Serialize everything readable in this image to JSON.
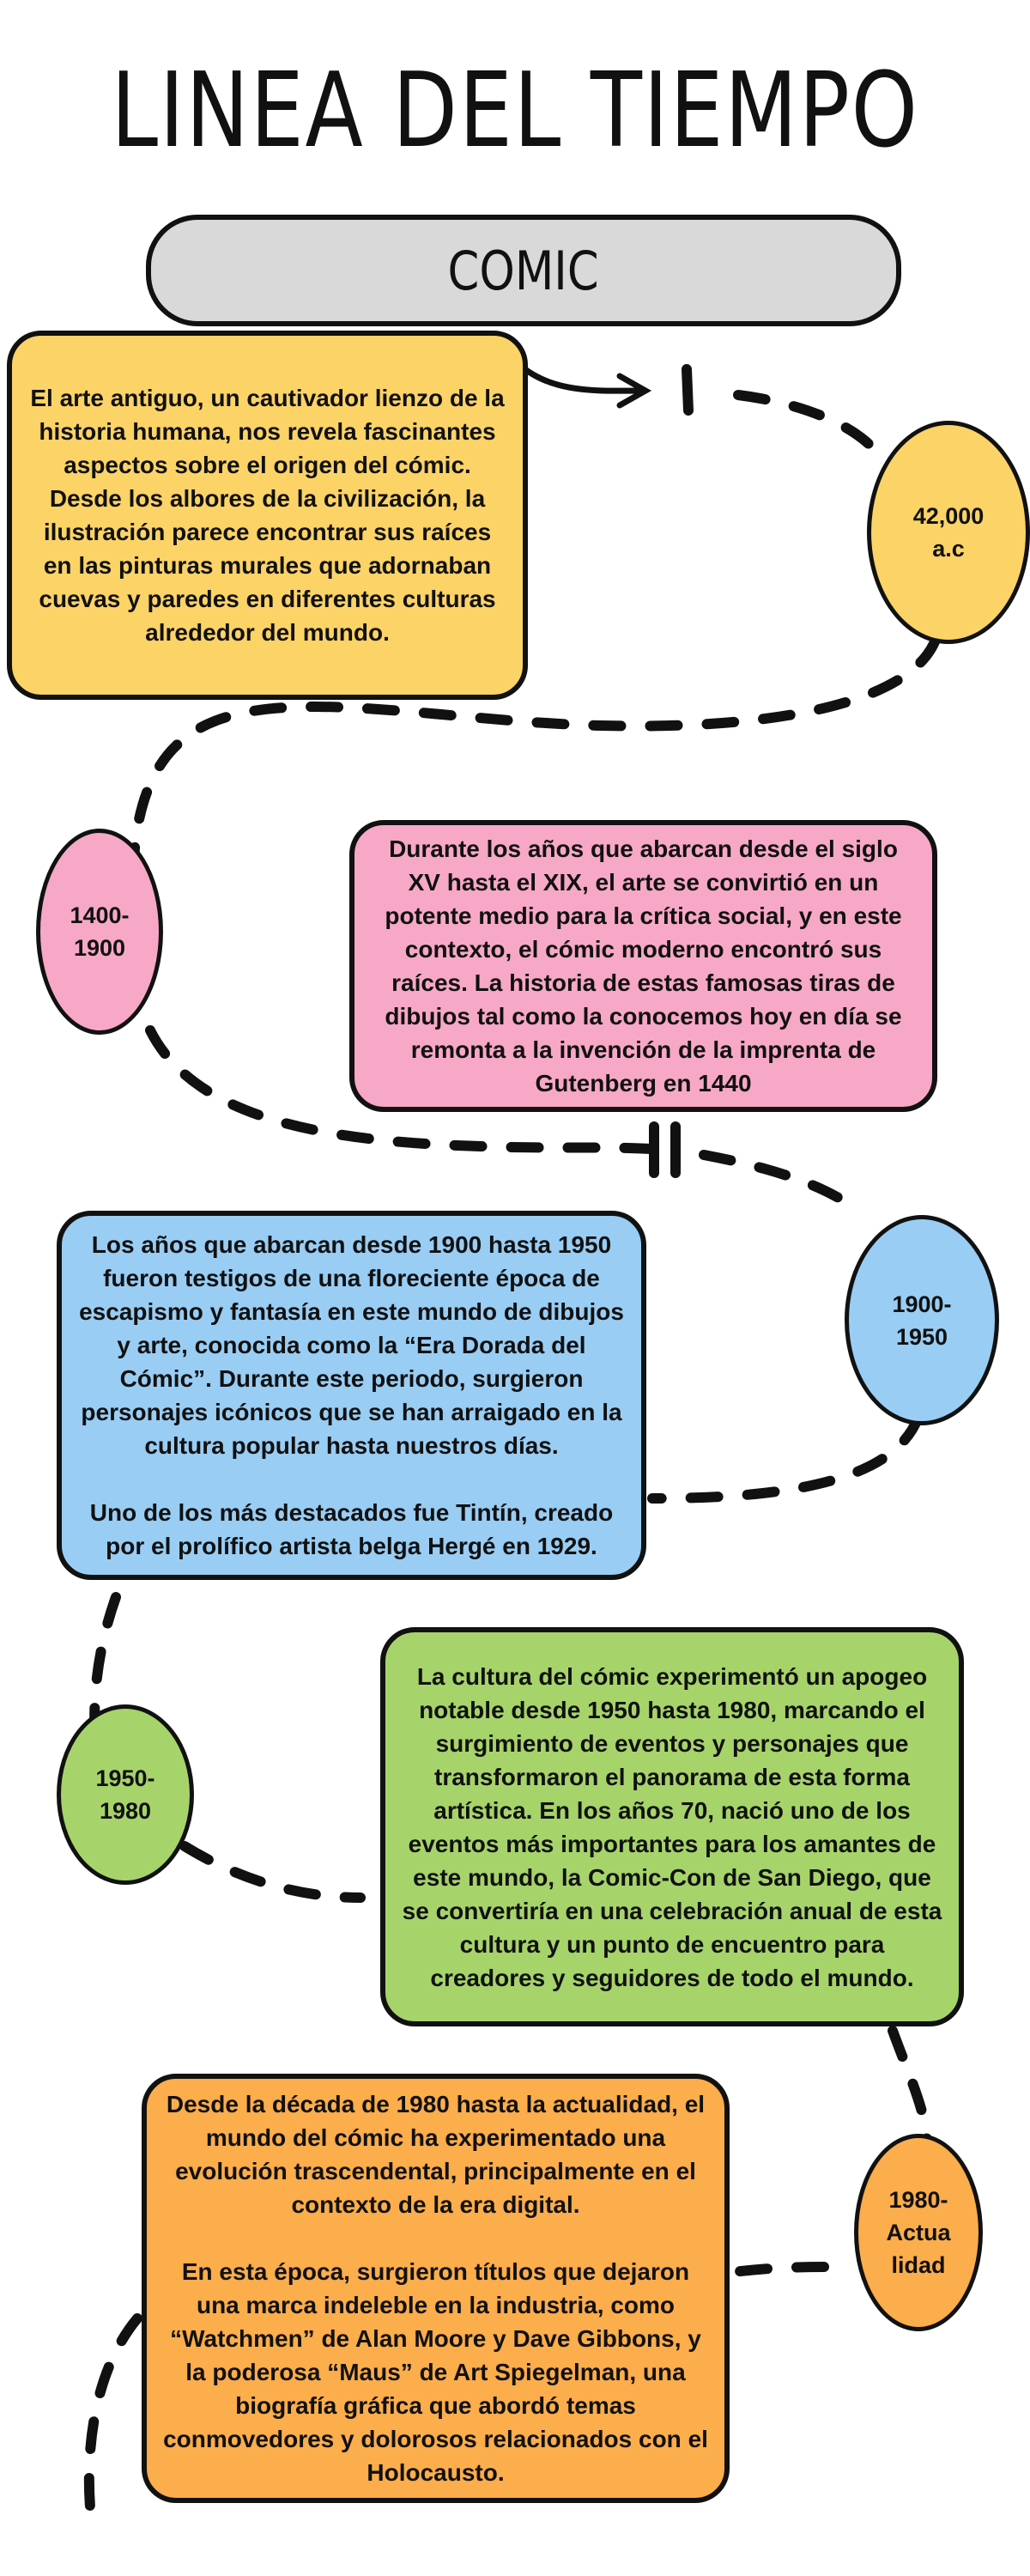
{
  "title": "LINEA DEL TIEMPO",
  "subtitle": "COMIC",
  "colors": {
    "yellow": "#fcd367",
    "pink": "#f7a8c6",
    "blue": "#99cdf4",
    "green": "#a6d46b",
    "orange": "#fcad4c",
    "pill": "#d9d9d9",
    "outline": "#111111"
  },
  "events": [
    {
      "date": "42,000\na.c",
      "paragraphs": [
        "El arte antiguo, un cautivador lienzo de la historia humana, nos revela fascinantes aspectos sobre el origen del cómic. Desde los albores de la civilización, la ilustración parece encontrar sus raíces en las pinturas murales que adornaban cuevas y paredes en diferentes culturas alrededor del mundo."
      ]
    },
    {
      "date": "1400-\n1900",
      "paragraphs": [
        "Durante los años que abarcan desde el siglo XV hasta el XIX, el arte se convirtió en un potente medio para la crítica social, y en este contexto, el cómic moderno encontró sus raíces. La historia de estas famosas tiras de dibujos tal como la conocemos hoy en día se remonta a la invención de la imprenta de Gutenberg en 1440"
      ]
    },
    {
      "date": "1900-\n1950",
      "paragraphs": [
        "Los años que abarcan desde 1900 hasta 1950 fueron testigos de una floreciente época de escapismo y fantasía en este mundo de dibujos y arte, conocida como la “Era Dorada del Cómic”. Durante este periodo, surgieron personajes icónicos que se han arraigado en la cultura popular hasta nuestros días.",
        "Uno de los más destacados fue Tintín, creado por el prolífico artista belga Hergé en 1929."
      ]
    },
    {
      "date": "1950-\n1980",
      "paragraphs": [
        "La cultura del cómic experimentó un apogeo notable desde 1950 hasta 1980, marcando el surgimiento de eventos y personajes que transformaron el panorama de esta forma artística. En los años 70, nació uno de los eventos más importantes para los amantes de este mundo, la Comic-Con de San Diego, que se convertiría en una celebración anual de esta cultura y un punto de encuentro para creadores y seguidores de todo el mundo."
      ]
    },
    {
      "date": "1980-\nActua\nlidad",
      "paragraphs": [
        "Desde la década de 1980 hasta la actualidad, el mundo del cómic ha experimentado una evolución trascendental, principalmente en el contexto de la era digital.",
        "En esta época, surgieron títulos que dejaron una marca indeleble en la industria, como “Watchmen” de Alan Moore y Dave Gibbons, y la poderosa “Maus” de Art Spiegelman, una biografía gráfica que abordó temas conmovedores y dolorosos relacionados con el Holocausto."
      ]
    }
  ]
}
